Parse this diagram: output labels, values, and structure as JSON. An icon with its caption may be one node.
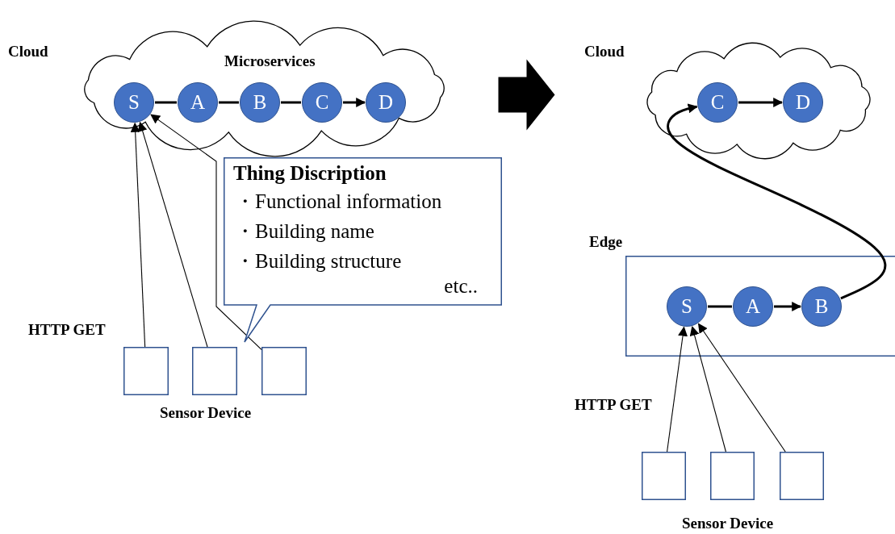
{
  "diagram": {
    "nodes": [
      {
        "text": [
          "Cloud",
          "Microservices"
        ]
      },
      {
        "text": [
          "S"
        ],
        "in": 0
      },
      {
        "text": [
          "A"
        ],
        "in": 0
      },
      {
        "text": [
          "B"
        ],
        "in": 0
      },
      {
        "text": [
          "C"
        ],
        "in": 0
      },
      {
        "text": [
          "D"
        ],
        "in": 0
      },
      {
        "text": [
          "Thing Discription",
          "・Functional information",
          "・Building name",
          "・Building structure",
          "etc.."
        ]
      },
      {
        "text": [],
        "shape": "box"
      },
      {
        "text": [],
        "shape": "box"
      },
      {
        "text": [],
        "shape": "box"
      },
      {
        "text": [
          "Cloud"
        ]
      },
      {
        "text": [
          "C"
        ],
        "in": 10
      },
      {
        "text": [
          "D"
        ],
        "in": 10
      },
      {
        "text": [],
        "beside": [
          "Edge"
        ],
        "shape": "box"
      },
      {
        "text": [
          "S"
        ],
        "in": 13
      },
      {
        "text": [
          "A"
        ],
        "in": 13
      },
      {
        "text": [
          "B"
        ],
        "in": 13
      },
      {
        "text": [],
        "shape": "box"
      },
      {
        "text": [],
        "shape": "box"
      },
      {
        "text": [],
        "shape": "box"
      }
    ],
    "edges": [
      {
        "from": 1,
        "to": 2,
        "arrow": "none"
      },
      {
        "from": 2,
        "to": 3,
        "arrow": "none"
      },
      {
        "from": 3,
        "to": 4,
        "arrow": "none"
      },
      {
        "from": 4,
        "to": 5,
        "arrow": "to"
      },
      {
        "from": 7,
        "to": 1,
        "arrow": "to"
      },
      {
        "from": 8,
        "to": 1,
        "arrow": "to"
      },
      {
        "from": 9,
        "to": 1,
        "arrow": "to"
      },
      {
        "from": 0,
        "to": 10,
        "arrow": "to",
        "style": "thick"
      },
      {
        "from": 11,
        "to": 12,
        "arrow": "to"
      },
      {
        "from": 14,
        "to": 15,
        "arrow": "none"
      },
      {
        "from": 15,
        "to": 16,
        "arrow": "to"
      },
      {
        "from": 16,
        "to": 11,
        "arrow": "to"
      },
      {
        "from": 17,
        "to": 14,
        "arrow": "to"
      },
      {
        "from": 18,
        "to": 14,
        "arrow": "to"
      },
      {
        "from": 19,
        "to": 14,
        "arrow": "to"
      }
    ],
    "labels": [
      "HTTP GET",
      "Sensor Device",
      "HTTP GET",
      "Sensor Device"
    ]
  }
}
